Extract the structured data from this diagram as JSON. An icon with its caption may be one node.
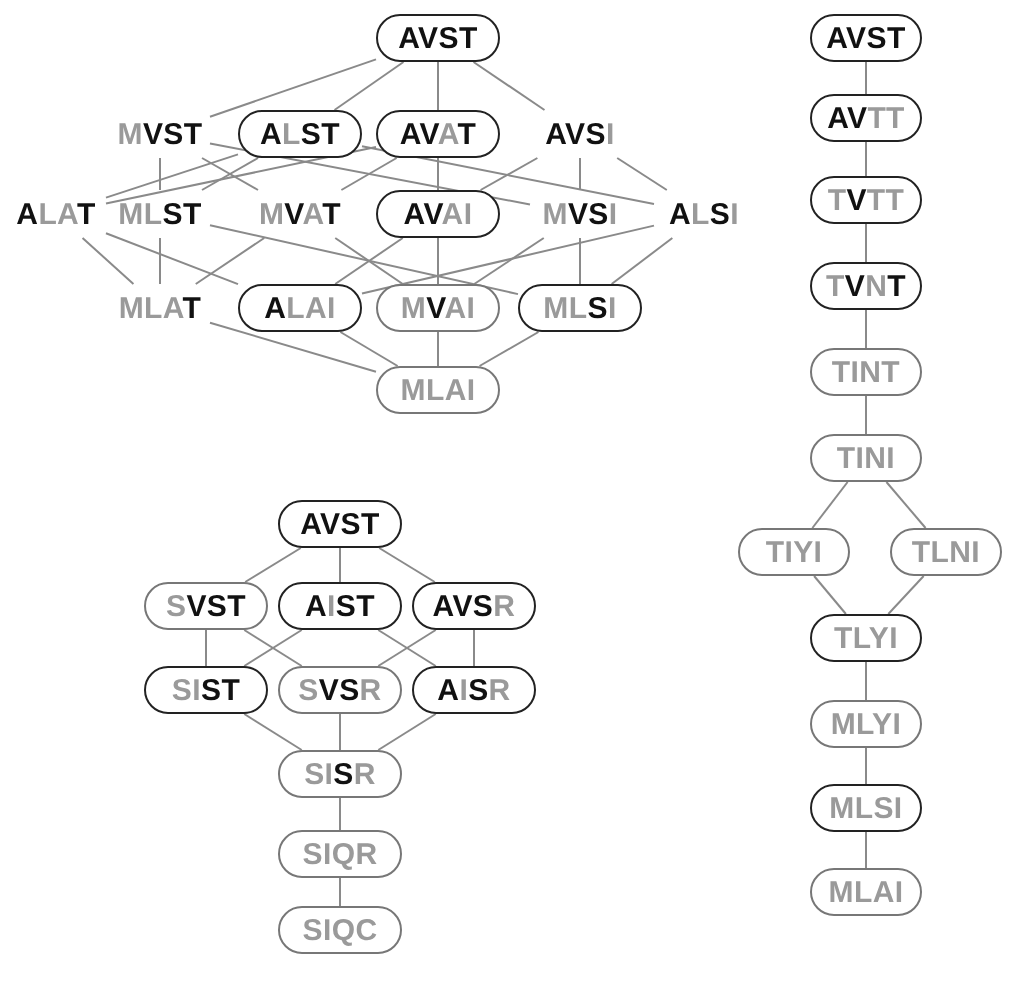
{
  "diagram": {
    "nodes": [
      {
        "text": [
          "**AVST**"
        ]
      },
      {
        "text": [
          "M**VST**"
        ]
      },
      {
        "text": [
          "**A**L**ST**"
        ]
      },
      {
        "text": [
          "**AV**A**T**"
        ]
      },
      {
        "text": [
          "**AVS**I"
        ]
      },
      {
        "text": [
          "**A**LA**T**"
        ]
      },
      {
        "text": [
          "ML**ST**"
        ]
      },
      {
        "text": [
          "M**V**A**T**"
        ]
      },
      {
        "text": [
          "**AV**AI"
        ]
      },
      {
        "text": [
          "M**VS**I"
        ]
      },
      {
        "text": [
          "**A**L**S**I"
        ]
      },
      {
        "text": [
          "MLA**T**"
        ]
      },
      {
        "text": [
          "**A**LAI"
        ]
      },
      {
        "text": [
          "M**V**AI"
        ]
      },
      {
        "text": [
          "ML**S**I"
        ]
      },
      {
        "text": [
          "MLAI"
        ]
      },
      {
        "text": [
          "**AVST**"
        ]
      },
      {
        "text": [
          "S**VST**"
        ]
      },
      {
        "text": [
          "**A**I**ST**"
        ]
      },
      {
        "text": [
          "**AVS**R"
        ]
      },
      {
        "text": [
          "SI**ST**"
        ]
      },
      {
        "text": [
          "S**VS**R"
        ]
      },
      {
        "text": [
          "**A**I**S**R"
        ]
      },
      {
        "text": [
          "SI**S**R"
        ]
      },
      {
        "text": [
          "SIQR"
        ]
      },
      {
        "text": [
          "SIQC"
        ]
      },
      {
        "text": [
          "**AVST**"
        ]
      },
      {
        "text": [
          "**AV**TT"
        ]
      },
      {
        "text": [
          "T**V**TT"
        ]
      },
      {
        "text": [
          "T**V**N**T**"
        ]
      },
      {
        "text": [
          "TINT"
        ]
      },
      {
        "text": [
          "TINI"
        ]
      },
      {
        "text": [
          "TIYI"
        ]
      },
      {
        "text": [
          "TLNI"
        ]
      },
      {
        "text": [
          "TLYI"
        ]
      },
      {
        "text": [
          "MLYI"
        ]
      },
      {
        "text": [
          "MLSI"
        ]
      },
      {
        "text": [
          "MLAI"
        ]
      }
    ],
    "edges": [
      {
        "from": 0,
        "to": 1,
        "arrow": "none"
      },
      {
        "from": 0,
        "to": 2,
        "arrow": "none"
      },
      {
        "from": 0,
        "to": 3,
        "arrow": "none"
      },
      {
        "from": 0,
        "to": 4,
        "arrow": "none"
      },
      {
        "from": 1,
        "to": 6,
        "arrow": "none"
      },
      {
        "from": 1,
        "to": 7,
        "arrow": "none"
      },
      {
        "from": 1,
        "to": 9,
        "arrow": "none"
      },
      {
        "from": 2,
        "to": 5,
        "arrow": "none"
      },
      {
        "from": 2,
        "to": 6,
        "arrow": "none"
      },
      {
        "from": 2,
        "to": 10,
        "arrow": "none"
      },
      {
        "from": 3,
        "to": 5,
        "arrow": "none"
      },
      {
        "from": 3,
        "to": 7,
        "arrow": "none"
      },
      {
        "from": 3,
        "to": 8,
        "arrow": "none"
      },
      {
        "from": 4,
        "to": 8,
        "arrow": "none"
      },
      {
        "from": 4,
        "to": 9,
        "arrow": "none"
      },
      {
        "from": 4,
        "to": 10,
        "arrow": "none"
      },
      {
        "from": 5,
        "to": 11,
        "arrow": "none"
      },
      {
        "from": 5,
        "to": 12,
        "arrow": "none"
      },
      {
        "from": 6,
        "to": 11,
        "arrow": "none"
      },
      {
        "from": 6,
        "to": 14,
        "arrow": "none"
      },
      {
        "from": 7,
        "to": 11,
        "arrow": "none"
      },
      {
        "from": 7,
        "to": 13,
        "arrow": "none"
      },
      {
        "from": 8,
        "to": 12,
        "arrow": "none"
      },
      {
        "from": 8,
        "to": 13,
        "arrow": "none"
      },
      {
        "from": 9,
        "to": 13,
        "arrow": "none"
      },
      {
        "from": 9,
        "to": 14,
        "arrow": "none"
      },
      {
        "from": 10,
        "to": 12,
        "arrow": "none"
      },
      {
        "from": 10,
        "to": 14,
        "arrow": "none"
      },
      {
        "from": 11,
        "to": 15,
        "arrow": "none"
      },
      {
        "from": 12,
        "to": 15,
        "arrow": "none"
      },
      {
        "from": 13,
        "to": 15,
        "arrow": "none"
      },
      {
        "from": 14,
        "to": 15,
        "arrow": "none"
      },
      {
        "from": 16,
        "to": 17,
        "arrow": "none"
      },
      {
        "from": 16,
        "to": 18,
        "arrow": "none"
      },
      {
        "from": 16,
        "to": 19,
        "arrow": "none"
      },
      {
        "from": 17,
        "to": 20,
        "arrow": "none"
      },
      {
        "from": 17,
        "to": 21,
        "arrow": "none"
      },
      {
        "from": 18,
        "to": 20,
        "arrow": "none"
      },
      {
        "from": 18,
        "to": 22,
        "arrow": "none"
      },
      {
        "from": 19,
        "to": 21,
        "arrow": "none"
      },
      {
        "from": 19,
        "to": 22,
        "arrow": "none"
      },
      {
        "from": 20,
        "to": 23,
        "arrow": "none"
      },
      {
        "from": 21,
        "to": 23,
        "arrow": "none"
      },
      {
        "from": 22,
        "to": 23,
        "arrow": "none"
      },
      {
        "from": 23,
        "to": 24,
        "arrow": "none"
      },
      {
        "from": 24,
        "to": 25,
        "arrow": "none"
      },
      {
        "from": 26,
        "to": 27,
        "arrow": "none"
      },
      {
        "from": 27,
        "to": 28,
        "arrow": "none"
      },
      {
        "from": 28,
        "to": 29,
        "arrow": "none"
      },
      {
        "from": 29,
        "to": 30,
        "arrow": "none"
      },
      {
        "from": 30,
        "to": 31,
        "arrow": "none"
      },
      {
        "from": 31,
        "to": 32,
        "arrow": "none"
      },
      {
        "from": 31,
        "to": 33,
        "arrow": "none"
      },
      {
        "from": 32,
        "to": 34,
        "arrow": "none"
      },
      {
        "from": 33,
        "to": 34,
        "arrow": "none"
      },
      {
        "from": 34,
        "to": 35,
        "arrow": "none"
      },
      {
        "from": 35,
        "to": 36,
        "arrow": "none"
      },
      {
        "from": 36,
        "to": 37,
        "arrow": "none"
      }
    ]
  }
}
